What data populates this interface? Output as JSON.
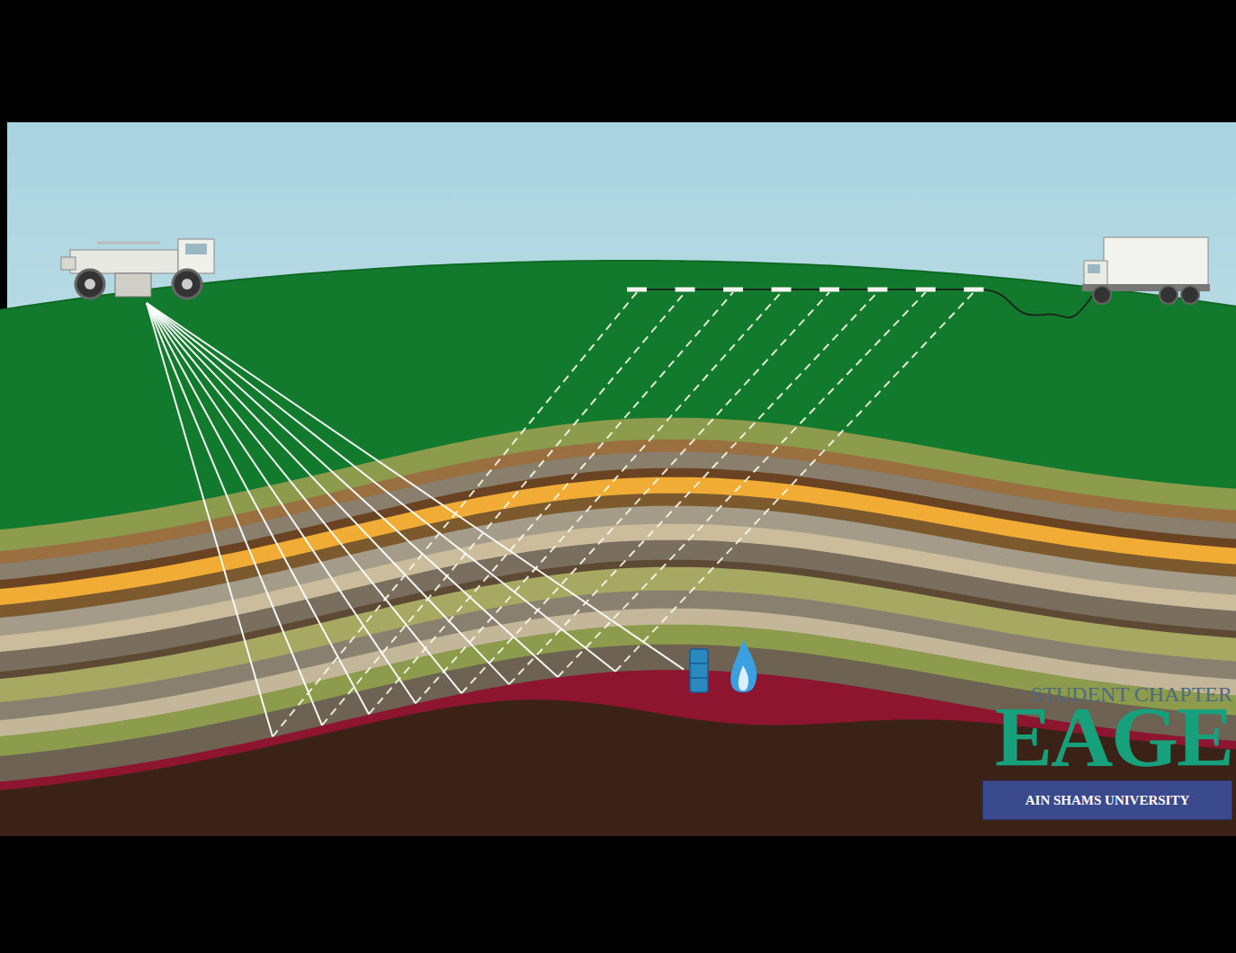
{
  "diagram": {
    "nodes": [
      {
        "text": [
          "AIN SHAMS UNIVERSITY"
        ]
      }
    ],
    "labels": [
      "STUDENT CHAPTER",
      "EAGE"
    ]
  }
}
